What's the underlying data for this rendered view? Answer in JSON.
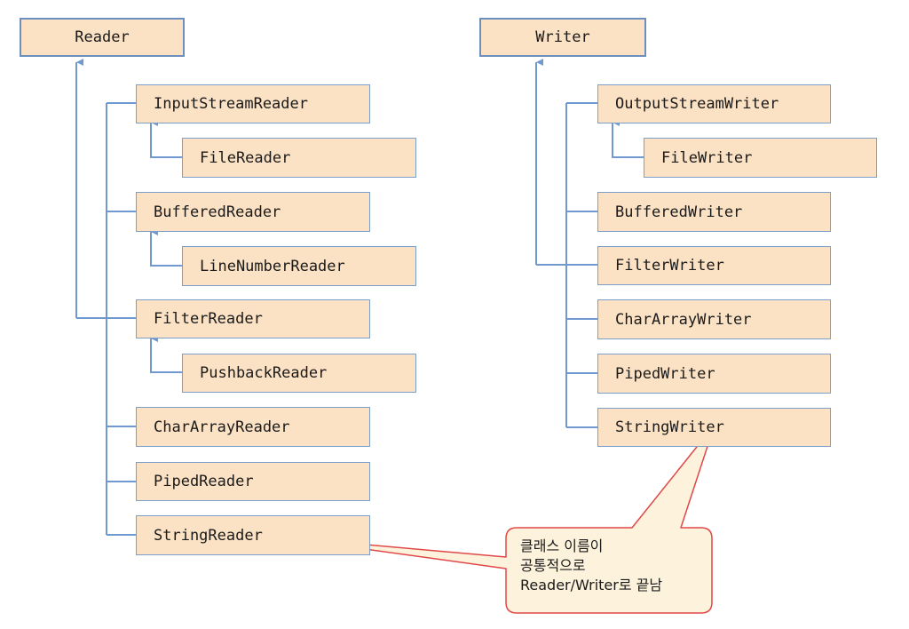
{
  "colors": {
    "box_fill": "#fce2c4",
    "box_border": "#7b9fc8",
    "connector": "#6f99cf",
    "callout_fill": "#fdf3dc",
    "callout_border": "#e04848"
  },
  "reader": {
    "root": "Reader",
    "classes": [
      "InputStreamReader",
      "FileReader",
      "BufferedReader",
      "LineNumberReader",
      "FilterReader",
      "PushbackReader",
      "CharArrayReader",
      "PipedReader",
      "StringReader"
    ]
  },
  "writer": {
    "root": "Writer",
    "classes": [
      "OutputStreamWriter",
      "FileWriter",
      "BufferedWriter",
      "FilterWriter",
      "CharArrayWriter",
      "PipedWriter",
      "StringWriter"
    ]
  },
  "callout": {
    "lines": [
      "클래스 이름이",
      "공통적으로",
      "Reader/Writer로 끝남"
    ]
  }
}
